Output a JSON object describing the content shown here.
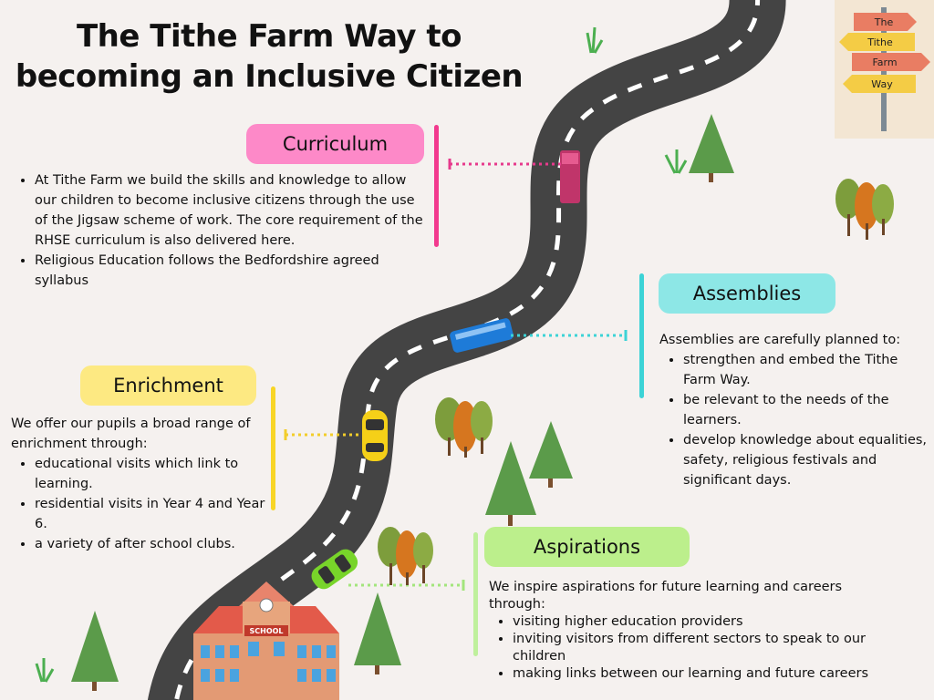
{
  "title": "The Tithe Farm Way to becoming an Inclusive Citizen",
  "signpost": [
    "The",
    "Tithe",
    "Farm",
    "Way"
  ],
  "school_sign": "SCHOOL",
  "sections": {
    "curriculum": {
      "heading": "Curriculum",
      "color": "#fd89c8",
      "bullets": [
        "At Tithe Farm we build the skills and knowledge to allow our children to become inclusive citizens through the use of the Jigsaw scheme of work. The core requirement of the RHSE curriculum is also delivered here.",
        "Religious Education follows the Bedfordshire agreed syllabus"
      ]
    },
    "assemblies": {
      "heading": "Assemblies",
      "color": "#8de7e6",
      "intro": "Assemblies are carefully planned to:",
      "bullets": [
        "strengthen and embed the Tithe Farm Way.",
        "be relevant to the needs of the learners.",
        "develop knowledge about equalities, safety, religious festivals and significant days."
      ]
    },
    "enrichment": {
      "heading": "Enrichment",
      "color": "#fde982",
      "intro": "We offer our pupils a broad range of enrichment through:",
      "bullets": [
        "educational visits which link to learning.",
        "residential visits in Year 4 and Year 6.",
        "a variety of after school clubs."
      ]
    },
    "aspirations": {
      "heading": "Aspirations",
      "color": "#bcef8c",
      "intro": "We inspire aspirations for future learning and careers through:",
      "bullets": [
        "visiting higher education providers",
        "inviting visitors from different sectors to speak to our children",
        "making links between our learning and future careers"
      ]
    }
  }
}
